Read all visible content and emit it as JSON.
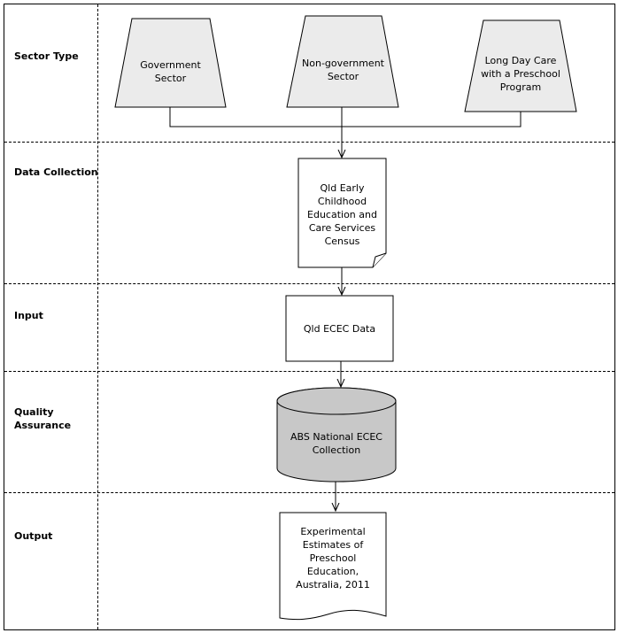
{
  "lanes": {
    "sector_type": "Sector Type",
    "data_collection": "Data Collection",
    "input": "Input",
    "quality_assurance_line1": "Quality",
    "quality_assurance_line2": "Assurance",
    "output": "Output"
  },
  "nodes": {
    "government": [
      "Government",
      "Sector"
    ],
    "non_government": [
      "Non-government",
      "Sector"
    ],
    "long_day_care": [
      "Long Day Care",
      "with a Preschool",
      "Program"
    ],
    "census": [
      "Qld Early",
      "Childhood",
      "Education and",
      "Care Services",
      "Census"
    ],
    "ecec_data": [
      "Qld ECEC Data"
    ],
    "abs_collection": [
      "ABS National ECEC",
      "Collection"
    ],
    "estimates": [
      "Experimental",
      "Estimates of",
      "Preschool",
      "Education,",
      "Australia, 2011"
    ]
  },
  "colors": {
    "sector_fill": "#ebebeb",
    "database_fill": "#c8c8c8",
    "line": "#000000"
  }
}
